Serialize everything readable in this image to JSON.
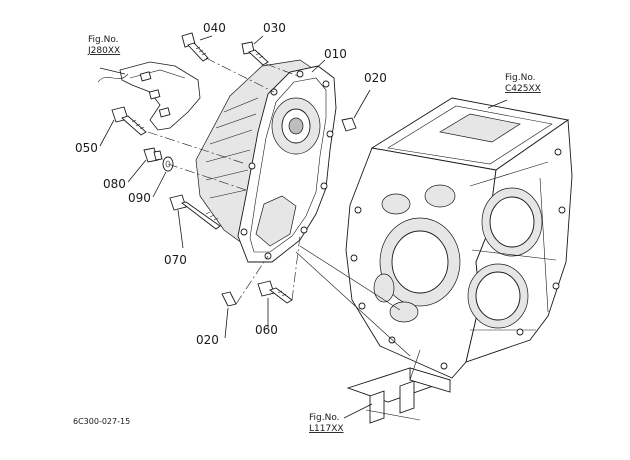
{
  "diagram": {
    "part_labels": [
      "040",
      "030",
      "010",
      "020",
      "050",
      "080",
      "090",
      "070",
      "020",
      "060"
    ],
    "figure_refs": [
      {
        "label": "Fig.No.",
        "number": "J280XX"
      },
      {
        "label": "Fig.No.",
        "number": "C425XX"
      },
      {
        "label": "Fig.No.",
        "number": "L117XX"
      }
    ],
    "drawing_code": "6C300-027-15"
  }
}
